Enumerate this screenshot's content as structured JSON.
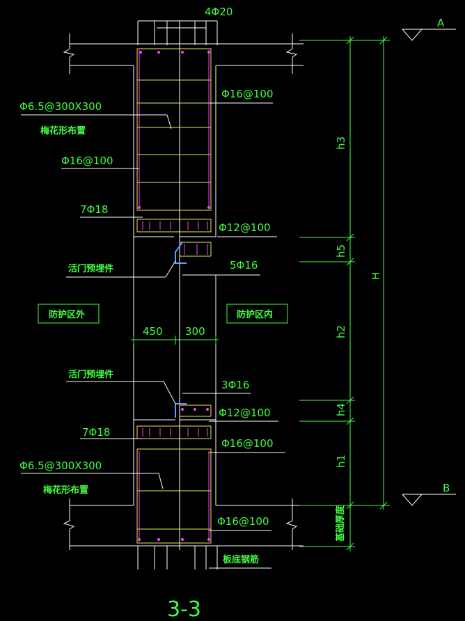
{
  "drawing": {
    "section_title": "3-3",
    "top_bars": "4Φ20",
    "elevation_a": "A",
    "elevation_b": "B",
    "dims": {
      "h3": "h3",
      "h5": "h5",
      "h2": "h2",
      "h4": "h4",
      "h1": "h1",
      "H": "H",
      "w_left": "450",
      "w_right": "300",
      "base": "基础厚度"
    },
    "labels": {
      "tie_upper": "Φ6.5@300X300",
      "tie_upper_note": "梅花形布置",
      "stir_upper_right": "Φ16@100",
      "stir_upper_left": "Φ16@100",
      "bars_7_upper": "7Φ18",
      "stir_12_upper": "Φ12@100",
      "door_embed_upper": "活门预埋件",
      "bars_5": "5Φ16",
      "zone_outside": "防护区外",
      "zone_inside": "防护区内",
      "door_embed_lower": "活门预埋件",
      "bars_3": "3Φ16",
      "stir_12_lower": "Φ12@100",
      "bars_7_lower": "7Φ18",
      "stir_lower_right": "Φ16@100",
      "tie_lower": "Φ6.5@300X300",
      "tie_lower_note": "梅花形布置",
      "stir_bottom": "Φ16@100",
      "slab_bottom": "板底钢筋"
    }
  }
}
